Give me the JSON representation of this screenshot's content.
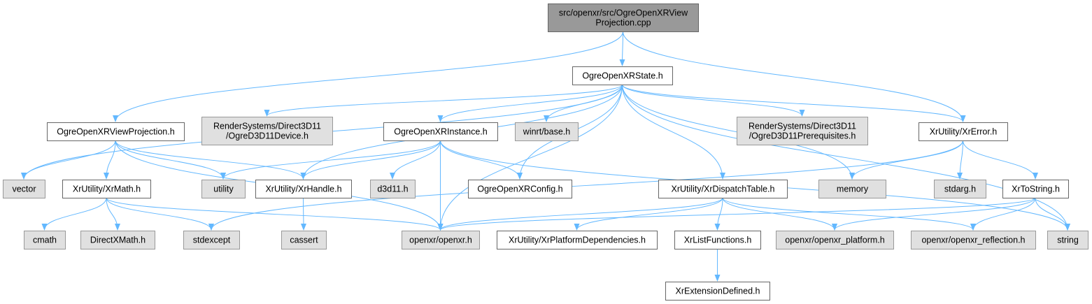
{
  "colors": {
    "edge": "#63b8ff",
    "root_fill": "#999999",
    "root_stroke": "#666666",
    "doc_fill": "#ffffff",
    "doc_stroke": "#666666",
    "sys_fill": "#e0e0e0",
    "sys_stroke": "#999999"
  },
  "nodes": [
    {
      "id": "root",
      "kind": "root",
      "lines": [
        "src/openxr/src/OgreOpenXRView",
        "Projection.cpp"
      ]
    },
    {
      "id": "state",
      "kind": "doc",
      "lines": [
        "OgreOpenXRState.h"
      ]
    },
    {
      "id": "viewproj",
      "kind": "doc",
      "lines": [
        "OgreOpenXRViewProjection.h"
      ]
    },
    {
      "id": "d3d11device",
      "kind": "sys",
      "lines": [
        "RenderSystems/Direct3D11",
        "/OgreD3D11Device.h"
      ]
    },
    {
      "id": "instance",
      "kind": "doc",
      "lines": [
        "OgreOpenXRInstance.h"
      ]
    },
    {
      "id": "winrt",
      "kind": "sys",
      "lines": [
        "winrt/base.h"
      ]
    },
    {
      "id": "d3d11prereq",
      "kind": "sys",
      "lines": [
        "RenderSystems/Direct3D11",
        "/OgreD3D11Prerequisites.h"
      ]
    },
    {
      "id": "xrerror",
      "kind": "doc",
      "lines": [
        "XrUtility/XrError.h"
      ]
    },
    {
      "id": "vector",
      "kind": "sys",
      "lines": [
        "vector"
      ]
    },
    {
      "id": "xrmath",
      "kind": "doc",
      "lines": [
        "XrUtility/XrMath.h"
      ]
    },
    {
      "id": "utility",
      "kind": "sys",
      "lines": [
        "utility"
      ]
    },
    {
      "id": "xrhandle",
      "kind": "doc",
      "lines": [
        "XrUtility/XrHandle.h"
      ]
    },
    {
      "id": "d3d11h",
      "kind": "sys",
      "lines": [
        "d3d11.h"
      ]
    },
    {
      "id": "config",
      "kind": "doc",
      "lines": [
        "OgreOpenXRConfig.h"
      ]
    },
    {
      "id": "dispatch",
      "kind": "doc",
      "lines": [
        "XrUtility/XrDispatchTable.h"
      ]
    },
    {
      "id": "memory",
      "kind": "sys",
      "lines": [
        "memory"
      ]
    },
    {
      "id": "stdarg",
      "kind": "sys",
      "lines": [
        "stdarg.h"
      ]
    },
    {
      "id": "xrtostring",
      "kind": "doc",
      "lines": [
        "XrToString.h"
      ]
    },
    {
      "id": "cmath",
      "kind": "sys",
      "lines": [
        "cmath"
      ]
    },
    {
      "id": "directxmath",
      "kind": "sys",
      "lines": [
        "DirectXMath.h"
      ]
    },
    {
      "id": "stdexcept",
      "kind": "sys",
      "lines": [
        "stdexcept"
      ]
    },
    {
      "id": "cassert",
      "kind": "sys",
      "lines": [
        "cassert"
      ]
    },
    {
      "id": "openxr",
      "kind": "sys",
      "lines": [
        "openxr/openxr.h"
      ]
    },
    {
      "id": "platformdeps",
      "kind": "doc",
      "lines": [
        "XrUtility/XrPlatformDependencies.h"
      ]
    },
    {
      "id": "listfuncs",
      "kind": "doc",
      "lines": [
        "XrListFunctions.h"
      ]
    },
    {
      "id": "platform",
      "kind": "sys",
      "lines": [
        "openxr/openxr_platform.h"
      ]
    },
    {
      "id": "reflection",
      "kind": "sys",
      "lines": [
        "openxr/openxr_reflection.h"
      ]
    },
    {
      "id": "string",
      "kind": "sys",
      "lines": [
        "string"
      ]
    },
    {
      "id": "extdefined",
      "kind": "doc",
      "lines": [
        "XrExtensionDefined.h"
      ]
    }
  ],
  "edges": [
    [
      "root",
      "state"
    ],
    [
      "root",
      "viewproj"
    ],
    [
      "root",
      "xrerror"
    ],
    [
      "state",
      "vector"
    ],
    [
      "state",
      "d3d11device"
    ],
    [
      "state",
      "instance"
    ],
    [
      "state",
      "winrt"
    ],
    [
      "state",
      "d3d11prereq"
    ],
    [
      "state",
      "xrerror"
    ],
    [
      "state",
      "xrhandle"
    ],
    [
      "state",
      "config"
    ],
    [
      "state",
      "openxr"
    ],
    [
      "state",
      "dispatch"
    ],
    [
      "state",
      "memory"
    ],
    [
      "state",
      "string"
    ],
    [
      "viewproj",
      "vector"
    ],
    [
      "viewproj",
      "xrmath"
    ],
    [
      "viewproj",
      "utility"
    ],
    [
      "viewproj",
      "xrhandle"
    ],
    [
      "viewproj",
      "openxr"
    ],
    [
      "instance",
      "utility"
    ],
    [
      "instance",
      "xrhandle"
    ],
    [
      "instance",
      "d3d11h"
    ],
    [
      "instance",
      "config"
    ],
    [
      "instance",
      "openxr"
    ],
    [
      "instance",
      "string"
    ],
    [
      "xrerror",
      "stdexcept"
    ],
    [
      "xrerror",
      "memory"
    ],
    [
      "xrerror",
      "stdarg"
    ],
    [
      "xrerror",
      "xrtostring"
    ],
    [
      "xrmath",
      "cmath"
    ],
    [
      "xrmath",
      "directxmath"
    ],
    [
      "xrmath",
      "stdexcept"
    ],
    [
      "xrmath",
      "openxr"
    ],
    [
      "xrhandle",
      "cassert"
    ],
    [
      "dispatch",
      "openxr"
    ],
    [
      "dispatch",
      "platformdeps"
    ],
    [
      "dispatch",
      "listfuncs"
    ],
    [
      "dispatch",
      "platform"
    ],
    [
      "dispatch",
      "reflection"
    ],
    [
      "xrtostring",
      "openxr"
    ],
    [
      "xrtostring",
      "platform"
    ],
    [
      "xrtostring",
      "reflection"
    ],
    [
      "xrtostring",
      "string"
    ],
    [
      "listfuncs",
      "extdefined"
    ]
  ]
}
